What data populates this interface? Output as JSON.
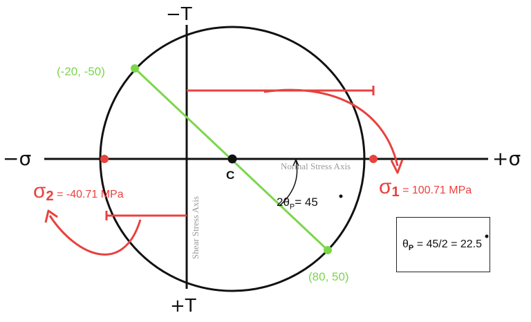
{
  "axes": {
    "neg_sigma": "−σ",
    "pos_sigma": "+σ",
    "neg_tau": "−T",
    "pos_tau": "+T",
    "normal_axis_name": "Normal Stress Axis",
    "shear_axis_name": "Shear Stress Axis"
  },
  "points": {
    "a": "(-20, -50)",
    "b": "(80, 50)"
  },
  "center_label": "C",
  "angle": {
    "prefix": "2θ",
    "sub": "P",
    "value": "= 45"
  },
  "sigma1": {
    "symbol": "σ",
    "sub": "1",
    "value": " = 100.71 MPa"
  },
  "sigma2": {
    "symbol": "σ",
    "sub": "2",
    "value": " = -40.71 MPa"
  },
  "box": {
    "prefix": "θ",
    "sub": "P",
    "value": " = 45/2 = 22.5"
  },
  "colors": {
    "circle": "#111111",
    "diameter": "#7bd64a",
    "principal": "#e8413e",
    "center": "#111111"
  }
}
